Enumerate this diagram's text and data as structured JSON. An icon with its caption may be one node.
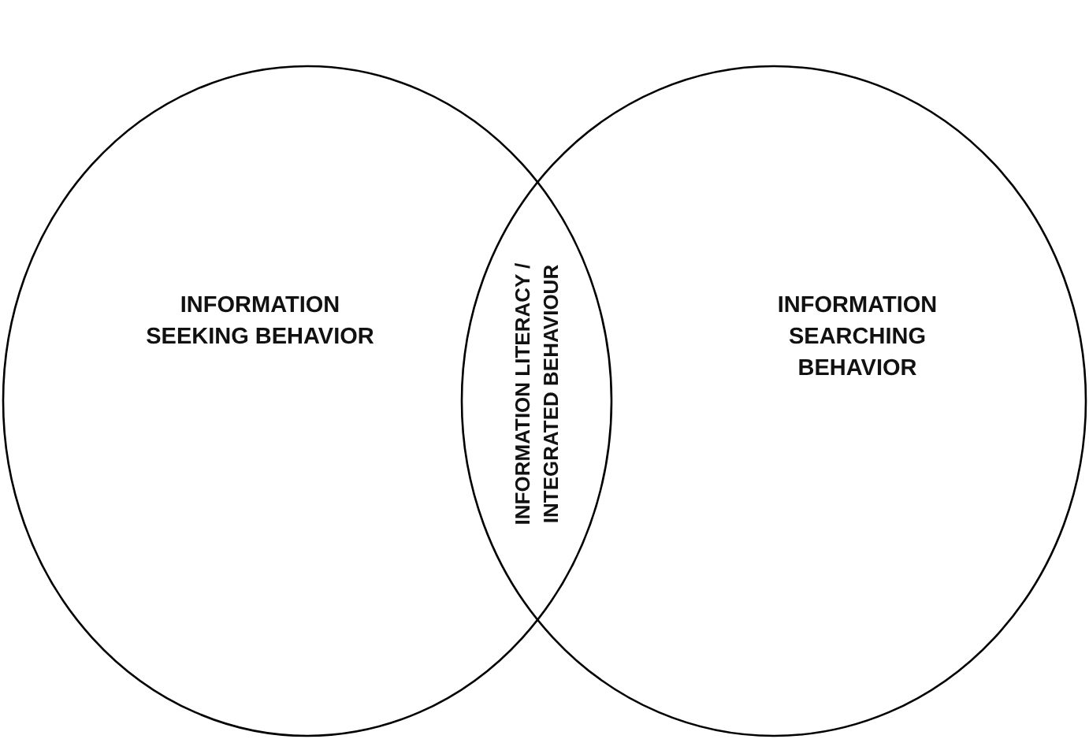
{
  "diagram": {
    "nodes": [
      {
        "text": [
          "INFORMATION SEEKING BEHAVIOR"
        ]
      },
      {
        "text": [
          "INFORMATION SEARCHING BEHAVIOR"
        ]
      },
      {
        "text": [
          "INFORMATION LITERACY / INTEGRATED BEHAVIOUR"
        ]
      }
    ]
  }
}
